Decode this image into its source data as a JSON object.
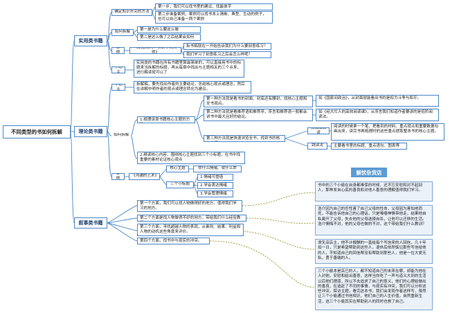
{
  "root": "不同类型的书如何拆解",
  "categories": {
    "practical": "实用类书籍",
    "theory": "理论类书籍",
    "narrative": "叙事类书籍"
  },
  "practical": {
    "steps_label": "确定知识扑克的方法",
    "step1": "第一步，我们可以找书里的建议、找最体字",
    "step2": "第二步准备案例，案例可以找书本上清晰、典型、生动的例子，也可以自己准备一两个案例",
    "howto_label": "如何拆解",
    "q1": "第一是为什么要这么做",
    "q2": "第二是这么做了之后结果会如何",
    "example_label": "举例",
    "example_book": "《刻意练习：从新手到大师》",
    "ex_a": "拆书稿就在一开始告诉我们为什么要刻意练习？",
    "ex_b": "我们学习了刻意练习之后会怎么样呢？",
    "tip_label": "小贴士",
    "tip_text": "实用类的书籍在所有书籍里算最简单的，可以直接用书中的标题来当拆解的标题，再从每章中找出与主题相关的三个点来，进行解读就可以了"
  },
  "theory": {
    "tip_label": "小贴士",
    "tip_text": "拆解稿，要先找出作者的主要结论，总结核心观点或理念，然后在讲解中明作者的观点或理念转化为建议。",
    "howto_label": "如何拆解",
    "method1": "1.梳理该类书籍核心主题的方法",
    "m1a": "第一种方法就是看书的封面、封底还有腰封，找核心主题和全书观点。",
    "m1b": "第二种方法就是看推荐语和推荐序，序言和推荐语一般都会讲书中最大且好的结论。",
    "m1c": "第三种方法就是快速浏览全书，找到书的核心主题。",
    "ex1": "如《国家间政治》，从封面就能看出书的是权力斗争与和平。",
    "ex2": "如《经大忙人的高效阅读课》，从序言我们知道作者要讲的是低阶阅读法。",
    "scan_label": "扫描法阅读",
    "scan_text": "阅读的时候拿一个笔，把看到的材料、重点观点和重要数据勾画出来，读完书再梳理时的这些重点提取整本书的核心主题。",
    "skim_label": "跳读法",
    "skim_text": "主要看书里的标题、重点语句、图表等",
    "method2": "2.精读核心内容，围绕核心主题找到三个小标题，在书中找重要的素材论证核心观点",
    "example_label": "举例",
    "example_book": "《沟通的艺术》",
    "core_label": "核心主题",
    "core_text": "你什么情绪、就什么命",
    "sub_label": "三个小标题",
    "sub1": "1.情绪可塑造",
    "sub2": "2.学会表达情绪",
    "sub3": "3.学会管理情绪"
  },
  "narrative": {
    "p1": "第一个方面，我们可以找人物做得好的地方，值得我们学习的地方。",
    "p2": "第二个方面是找人物做得不好的地方，带给我们什么经验教训。",
    "p3": "第三个方面，寻找超越人物的表现，从乘则、结果、利益和人物的动机这些角度来评价。",
    "p4": "第四个方面，找书中与现实的冲突。"
  },
  "sidebar": {
    "title": "解忧杂货店",
    "n1": "书中的三个小偷在自身都难保的时候，还不忘安慰和对不起别人，那种发自心底的善良和对他人善意的理解值得我们学习。",
    "n2": "浩介因为自己的任性害了自己父母的性命，父母因为害怕他而死，不能告诉他自己的心理话，只是嗓嚼神情带他走，结果他自私离开了父母，失去他的父母选择自杀，让他可以迁移的生活。浩介懊悔不对，他的父母也做的不对，这个带给我们什么教训？",
    "n3": "浪矢店店主，他不计报酬的一直给每个写信来的人回信，几十年如一日，只是希望帮助到这些人，退休后依然惦记那些写信给他的人，不知道自己的回信帮没有帮助到那些人，他是一位大爱无私，勇于善端的人。",
    "n4": "三个小偷本是店已的人，都不知道自己的未来在哪，却能为他在人对他，安慰和给出善意，这样当你吃了一声与道义大到的生活以后他们理惑，所以不去追求了自己的意义，他们的心理给做出的善良，在追赶了不同的事情，与现实有冲突，我们可以分析这些冲突，探访主题，看完这本书，我们会发现作者这样写，虽然让三个小偷通过书信相识，他们自己的人生价值，自然重新生活，这三个小偷其实在帮助别人的同时也救了自己。"
  }
}
